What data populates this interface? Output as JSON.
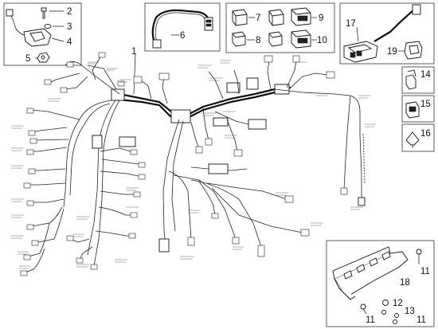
{
  "callouts": {
    "c1": "1",
    "c2": "2",
    "c3": "3",
    "c4": "4",
    "c5": "5",
    "c6": "6",
    "c7": "7",
    "c8": "8",
    "c9": "9",
    "c10": "10",
    "c11a": "11",
    "c11b": "11",
    "c11c": "11",
    "c12": "12",
    "c13": "13",
    "c14": "14",
    "c15": "15",
    "c16": "16",
    "c17": "17",
    "c18": "18",
    "c19": "19"
  }
}
